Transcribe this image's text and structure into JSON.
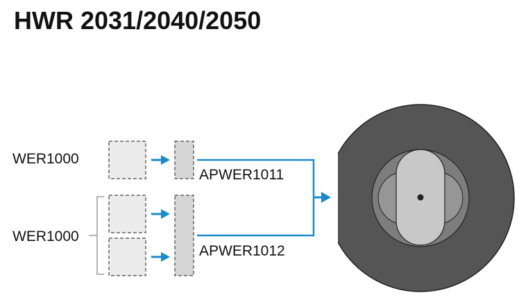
{
  "title": "HWR 2031/2040/2050",
  "inputs": [
    {
      "label": "WER1000"
    },
    {
      "label": "WER1000"
    }
  ],
  "adapters": [
    {
      "label": "APWER1011"
    },
    {
      "label": "APWER1012"
    }
  ],
  "colors": {
    "arrow": "#1a8acb",
    "module_fill": "#ececec",
    "adapter_fill": "#d6d6d6",
    "module_border": "#444444",
    "bracket": "#9a9a9a",
    "housing": "#555555",
    "housing_outline": "#222222",
    "bore": "#7d7d7d",
    "lobe": "#969696",
    "key": "#c8c8c8",
    "text": "#111111"
  },
  "icons": {
    "flow_arrow": "right-arrow-icon",
    "target_device": "cylinder-lock-icon"
  }
}
